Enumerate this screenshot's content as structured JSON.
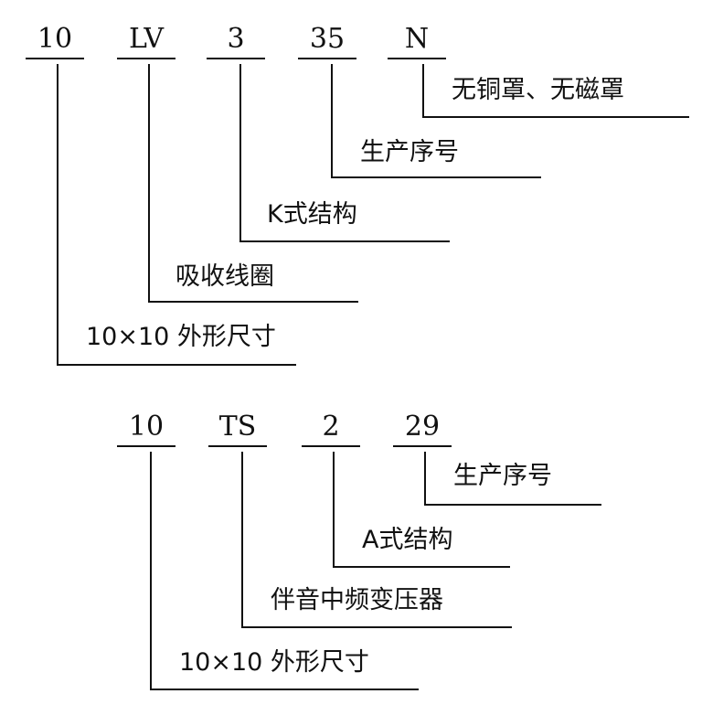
{
  "diagram1": {
    "codes": [
      "10",
      "LV",
      "3",
      "35",
      "N"
    ],
    "labels": [
      "无铜罩、无磁罩",
      "生产序号",
      "K式结构",
      "吸收线圈",
      "10×10 外形尺寸"
    ]
  },
  "diagram2": {
    "codes": [
      "10",
      "TS",
      "2",
      "29"
    ],
    "labels": [
      "生产序号",
      "A式结构",
      "伴音中频变压器",
      "10×10 外形尺寸"
    ]
  }
}
